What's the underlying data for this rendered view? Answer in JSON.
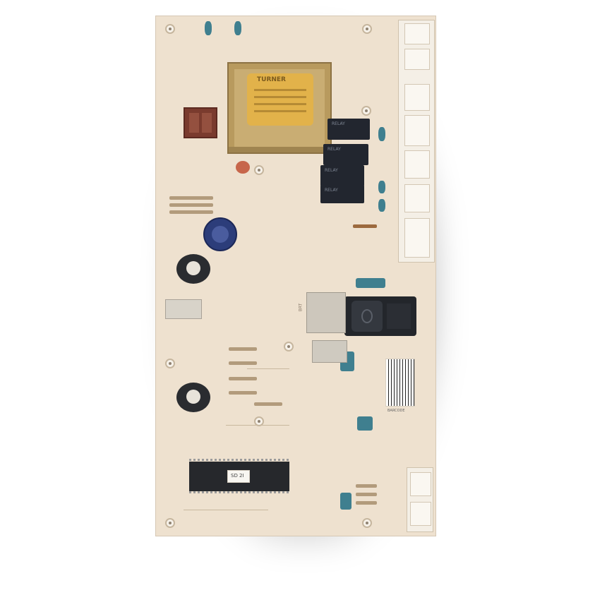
{
  "board": {
    "transformer_label": "TURNER",
    "chip_label": "SD 2I",
    "sticker_text": "BARCODE",
    "colors": {
      "pcb": "#eee1cf",
      "transformer_core": "#a88a52",
      "transformer_label": "#e2b24a",
      "relay": "#22262f",
      "capacitor_blue": "#3f7f8f",
      "electrolytic_cap": "#2c3d7a",
      "terminal_brown": "#7a3b2e"
    }
  }
}
